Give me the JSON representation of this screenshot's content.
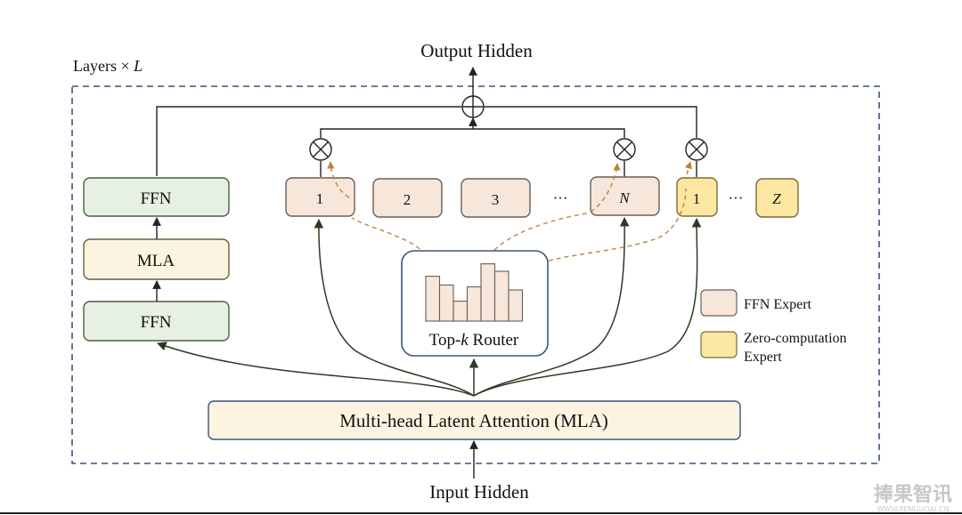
{
  "labels": {
    "output": "Output Hidden",
    "input": "Input Hidden",
    "layers_prefix": "Layers × ",
    "layers_var": "L",
    "router_prefix": "Top-",
    "router_var": "k",
    "router_suffix": " Router",
    "mla_wide": "Multi-head Latent Attention (MLA)"
  },
  "left_stack": {
    "top": "FFN",
    "middle": "MLA",
    "bottom": "FFN"
  },
  "ffn_experts": [
    "1",
    "2",
    "3",
    "N"
  ],
  "zero_experts": [
    "1",
    "Z"
  ],
  "ellipsis": "···",
  "legend": {
    "ffn": "FFN Expert",
    "zero_line1": "Zero-computation",
    "zero_line2": "Expert"
  },
  "router_bars": [
    0.72,
    0.58,
    0.32,
    0.55,
    0.92,
    0.8,
    0.5
  ],
  "watermark": {
    "main": "捧果智讯",
    "sub": "WWW.PENGUOAI.CN"
  },
  "colors": {
    "ffn_fill": "#f7e6da",
    "ffn_stroke": "#6b5d55",
    "zero_fill": "#fbe6a2",
    "zero_stroke": "#7a6a3a",
    "green_fill": "#e7f1e3",
    "mla_fill": "#fdf3e1",
    "dash_box": "#3c5378",
    "route_dash": "#b8863c",
    "arrow": "#2d3a22"
  }
}
